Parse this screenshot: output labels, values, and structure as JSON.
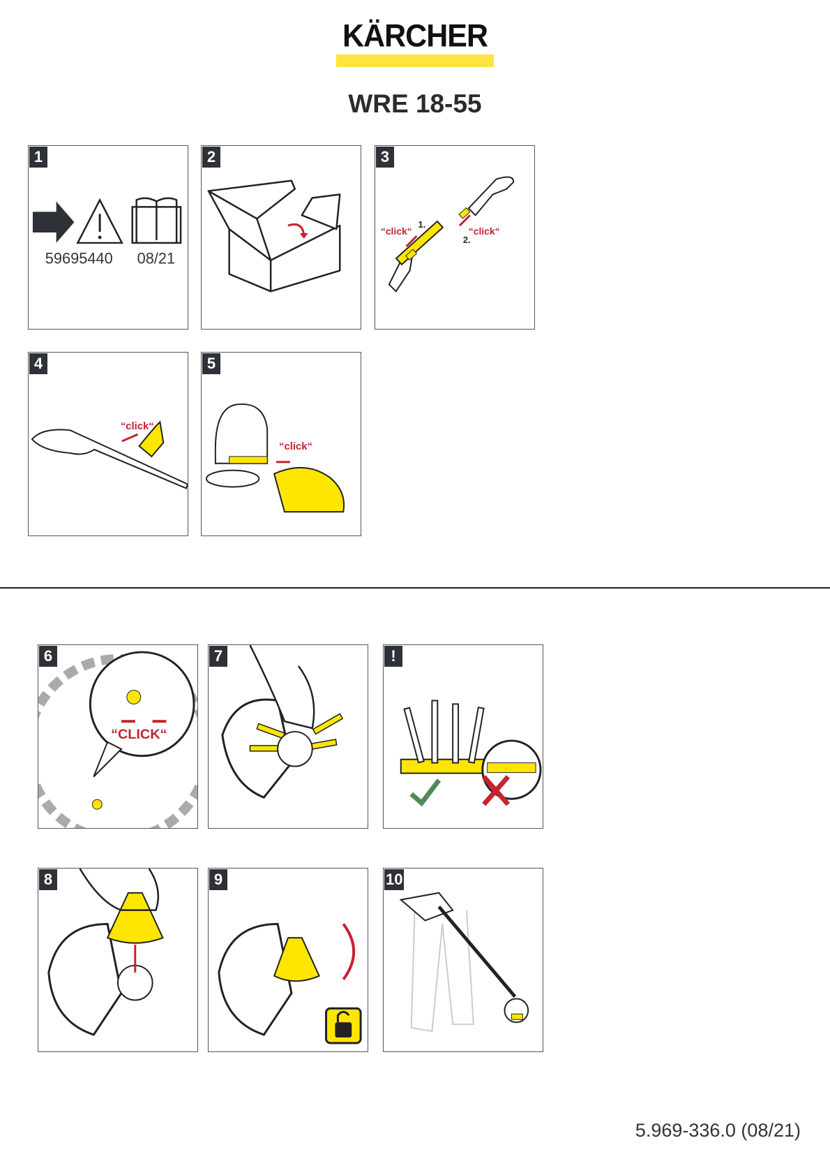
{
  "header": {
    "brand": "KÄRCHER",
    "brand_bar_color": "#ffe33f",
    "model": "WRE 18-55"
  },
  "steps": [
    {
      "badge": "1",
      "part_number": "59695440",
      "date": "08/21",
      "icons": [
        "arrow-right-icon",
        "warning-triangle-icon",
        "manual-book-icon"
      ]
    },
    {
      "badge": "2",
      "icons": [
        "open-box-icon",
        "rotate-arrow-icon"
      ]
    },
    {
      "badge": "3",
      "click_1": "“click“",
      "click_2": "“click“",
      "step_1": "1.",
      "step_2": "2."
    },
    {
      "badge": "4",
      "click": "“click“"
    },
    {
      "badge": "5",
      "click": "“click“"
    },
    {
      "badge": "6",
      "click": "“CLICK“"
    },
    {
      "badge": "7"
    },
    {
      "badge": "!"
    },
    {
      "badge": "8"
    },
    {
      "badge": "9",
      "icons": [
        "unlock-icon"
      ]
    },
    {
      "badge": "10"
    }
  ],
  "colors": {
    "accent_yellow": "#ffe600",
    "click_red": "#c4232f",
    "ok_green": "#4f8a5b",
    "badge_dark": "#2e3138"
  },
  "footer": {
    "doc_number": "5.969-336.0 (08/21)"
  }
}
